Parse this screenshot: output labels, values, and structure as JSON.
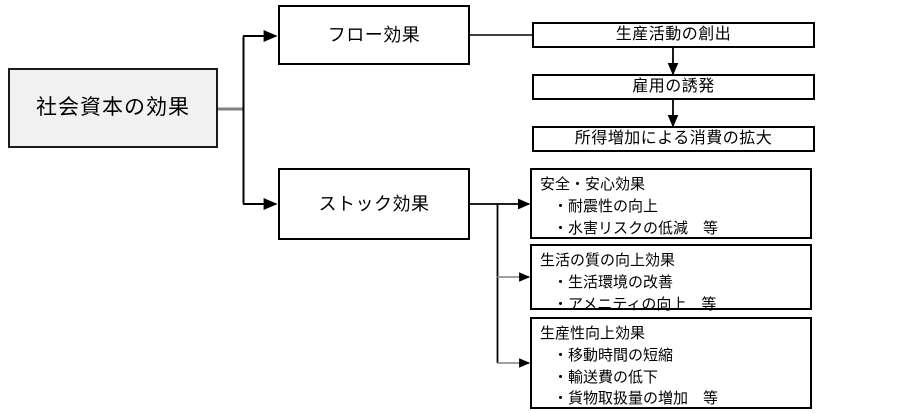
{
  "diagram": {
    "title": "社会資本の効果",
    "root": {
      "label": "社会資本の効果"
    },
    "branches": [
      {
        "label": "フロー効果",
        "chain": [
          {
            "label": "生産活動の創出"
          },
          {
            "label": "雇用の誘発"
          },
          {
            "label": "所得増加による消費の拡大"
          }
        ]
      },
      {
        "label": "ストック効果",
        "groups": [
          {
            "title": "安全・安心効果",
            "items": [
              "・耐震性の向上",
              "・水害リスクの低減　等"
            ]
          },
          {
            "title": "生活の質の向上効果",
            "items": [
              "・生活環境の改善",
              "・アメニティの向上　等"
            ]
          },
          {
            "title": "生産性向上効果",
            "items": [
              "・移動時間の短縮",
              "・輸送費の低下",
              "・貨物取扱量の増加　等"
            ]
          }
        ]
      }
    ],
    "colors": {
      "root_fill": "#f1f1f1",
      "box_fill": "#ffffff",
      "stroke": "#000000",
      "connector_gray": "#808080",
      "connector_black": "#000000"
    }
  }
}
